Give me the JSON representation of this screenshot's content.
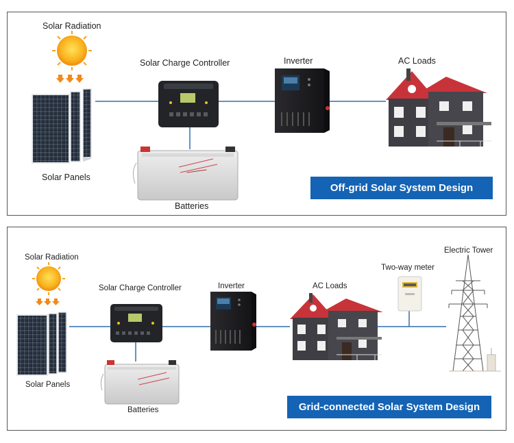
{
  "offgrid": {
    "title": "Off-grid Solar System Design",
    "labels": {
      "solar_radiation": "Solar Radiation",
      "solar_panels": "Solar Panels",
      "charge_controller": "Solar Charge Controller",
      "batteries": "Batteries",
      "inverter": "Inverter",
      "ac_loads": "AC Loads"
    }
  },
  "gridtie": {
    "title": "Grid-connected Solar System Design",
    "labels": {
      "solar_radiation": "Solar Radiation",
      "solar_panels": "Solar Panels",
      "charge_controller": "Solar Charge Controller",
      "batteries": "Batteries",
      "inverter": "Inverter",
      "ac_loads": "AC Loads",
      "meter": "Two-way meter",
      "tower": "Electric Tower"
    }
  },
  "colors": {
    "wire": "#2e6fb0",
    "title_bg": "#1463b4",
    "roof": "#c8333a",
    "house_wall": "#3e3e44",
    "sun": "#f7a41c",
    "arrow": "#f08a1a"
  },
  "icons": [
    "sun-icon",
    "solar-panel-icon",
    "charge-controller-icon",
    "battery-icon",
    "inverter-icon",
    "house-icon",
    "meter-icon",
    "tower-icon"
  ]
}
